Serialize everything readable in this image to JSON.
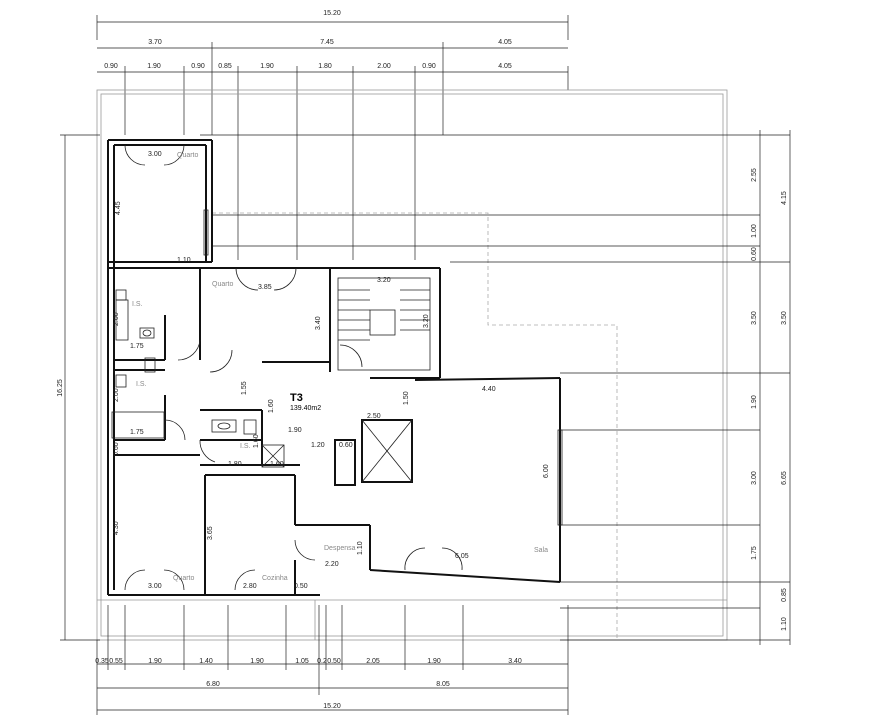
{
  "unit": {
    "name": "T3",
    "area": "139.40m2"
  },
  "rooms": {
    "quarto_top": "Quarto",
    "quarto_mid": "Quarto",
    "quarto_bottom": "Quarto",
    "is_1": "I.S.",
    "is_2": "I.S.",
    "is_3": "I.S.",
    "despensa": "Despensa",
    "cozinha": "Cozinha",
    "sala": "Sala"
  },
  "dims_top": {
    "total": "15.20",
    "row2": [
      "3.70",
      "7.45",
      "4.05"
    ],
    "row3": [
      "0.90",
      "1.90",
      "0.90",
      "0.85",
      "1.90",
      "1.80",
      "2.00",
      "0.90",
      "4.05"
    ]
  },
  "dims_bottom": {
    "row1": [
      "0.35",
      "0.55",
      "1.90",
      "1.40",
      "1.90",
      "1.05",
      "0.2",
      "0.50",
      "2.05",
      "1.90",
      "3.40"
    ],
    "row2": [
      "6.80",
      "8.05"
    ],
    "total": "15.20"
  },
  "dims_right": {
    "inner": [
      "2.55",
      "1.00",
      "0.60",
      "3.50",
      "1.90",
      "3.00",
      "1.75",
      "0.85",
      "1.10"
    ],
    "outer": [
      "4.15",
      "3.50",
      "6.65"
    ]
  },
  "dims_left": {
    "total": "16.25"
  },
  "dims_interior": {
    "quarto_top_w": "3.00",
    "quarto_top_h": "4.45",
    "closet_top": "1.10",
    "quarto_mid_w": "3.85",
    "quarto_mid_h": "3.40",
    "stair_w": "3.20",
    "stair_h": "3.20",
    "is1_h": "2.00",
    "is1_w": "1.75",
    "is2_h": "2.00",
    "is2_w": "1.75",
    "corr_a": "1.55",
    "corr_b": "1.60",
    "corr_c": "1.60",
    "corr_d": "1.90",
    "lift_a": "2.50",
    "lift_b": "1.50",
    "lift_c": "1.20",
    "lift_d": "0.60",
    "sala_w": "4.40",
    "sala_h": "6.00",
    "sala_w2": "6.05",
    "closet_mid": "0.60",
    "kit_a": "1.80",
    "kit_b": "1.60",
    "quarto_bot_h": "4.30",
    "kit_h": "3.65",
    "quarto_bot_w": "3.00",
    "cozinha_w": "2.80",
    "cozinha_b": "0.50",
    "desp_h": "1.10",
    "desp_w": "2.20"
  }
}
